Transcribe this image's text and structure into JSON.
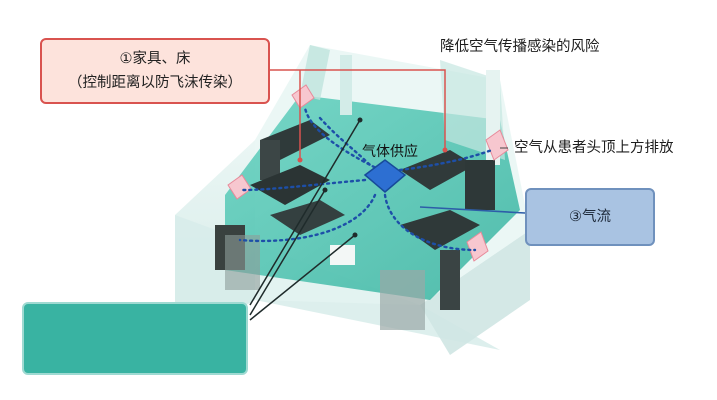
{
  "callouts": {
    "furniture_line1": "①家具、床",
    "furniture_line2": "（控制距离以防飞沫传染）",
    "airflow": "③气流"
  },
  "labels": {
    "reduce_risk": "降低空气传播感染的风险",
    "exhaust": "空气从患者头顶上方排放",
    "gas_supply": "气体供应"
  },
  "colors": {
    "floor_teal": "#4cc7b4",
    "wall_glass": "#dff1ee",
    "exhaust_vent": "#f7c7cf",
    "supply_unit": "#2d6fd2",
    "airflow_dots": "#1d4fa8",
    "callout_red": "#d9534f",
    "callout_blue": "#a9c3e2",
    "callout_teal": "#39b3a2"
  }
}
